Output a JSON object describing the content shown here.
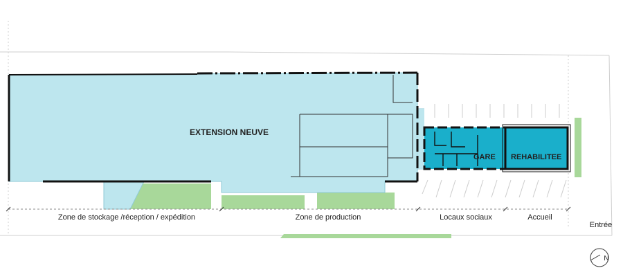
{
  "labels": {
    "building_new": "EXTENSION NEUVE",
    "station_part1": "GARE",
    "station_part2": "REHABILITEE",
    "entrance": "Entrée",
    "north": "N"
  },
  "zones": [
    {
      "label": "Zone de stockage /réception / expédition"
    },
    {
      "label": "Zone de production"
    },
    {
      "label": "Locaux sociaux"
    },
    {
      "label": "Accueil"
    }
  ],
  "colors": {
    "extension_fill": "#bde6ee",
    "station_fill": "#1aafcb",
    "green_area": "#a8d89a",
    "wall": "#111111",
    "dim_line": "#555555",
    "light_line": "#cccccc"
  }
}
